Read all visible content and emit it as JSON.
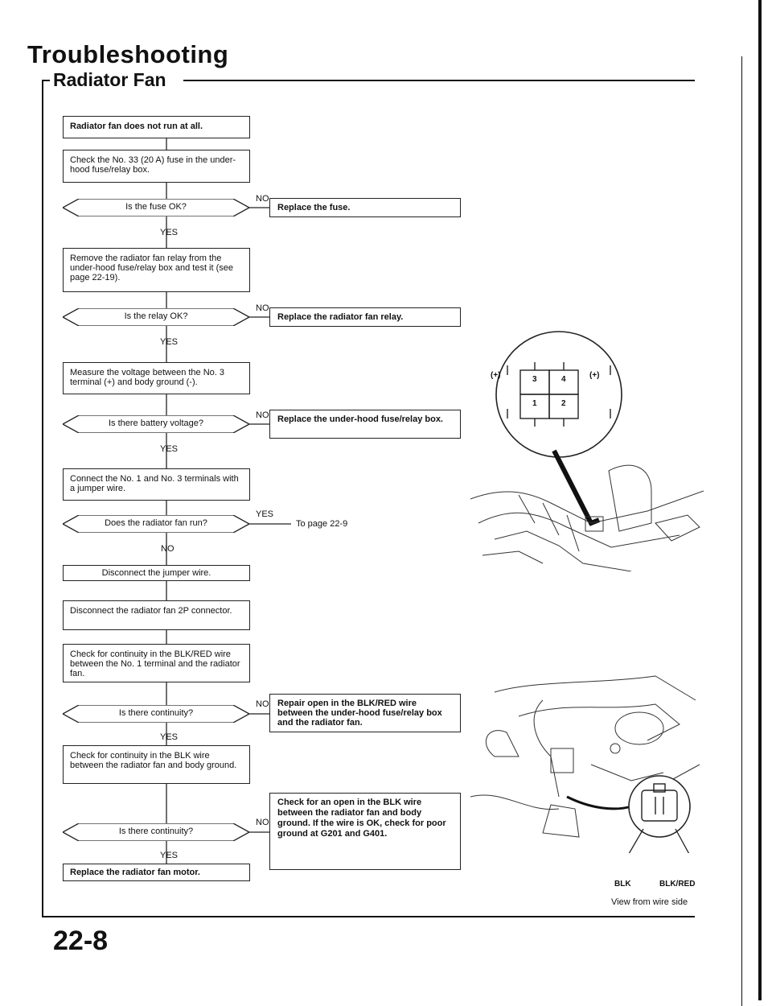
{
  "header": {
    "title": "Troubleshooting",
    "section": "Radiator Fan"
  },
  "flow": {
    "start": "Radiator fan does not run at all.",
    "step1": "Check the No. 33 (20 A) fuse in the under-hood fuse/relay box.",
    "q1": "Is the fuse OK?",
    "a1": "Replace the fuse.",
    "step2": "Remove the radiator fan relay from the under-hood fuse/relay box and test it (see page 22-19).",
    "q2": "Is the relay OK?",
    "a2": "Replace the radiator fan relay.",
    "step3": "Measure the voltage between the No. 3 terminal (+) and body ground (-).",
    "q3": "Is there battery voltage?",
    "a3": "Replace the under-hood fuse/relay box.",
    "step4": "Connect the No. 1 and No. 3 terminals with a jumper wire.",
    "q4": "Does the radiator fan run?",
    "a4": "To page 22-9",
    "step5": "Disconnect the jumper wire.",
    "step6": "Disconnect the radiator fan 2P connector.",
    "step7": "Check for continuity in the BLK/RED wire between the No. 1 terminal and the radiator fan.",
    "q5": "Is there continuity?",
    "a5": "Repair open in the BLK/RED wire between the under-hood fuse/relay box and the radiator fan.",
    "step8": "Check for continuity in the BLK wire between the radiator fan and body ground.",
    "q6": "Is there continuity?",
    "a6": "Check for an open in the BLK wire between the radiator fan and body ground. If the wire is OK, check for poor ground at G201 and G401.",
    "end": "Replace the radiator fan motor."
  },
  "labels": {
    "yes": "YES",
    "no": "NO"
  },
  "connector": {
    "t3": "3",
    "t4": "4",
    "t1": "1",
    "t2": "2",
    "plus_left": "(+)",
    "plus_right": "(+)"
  },
  "wires": {
    "blk": "BLK",
    "blk_red": "BLK/RED",
    "view": "View from wire side"
  },
  "page": "22-8"
}
